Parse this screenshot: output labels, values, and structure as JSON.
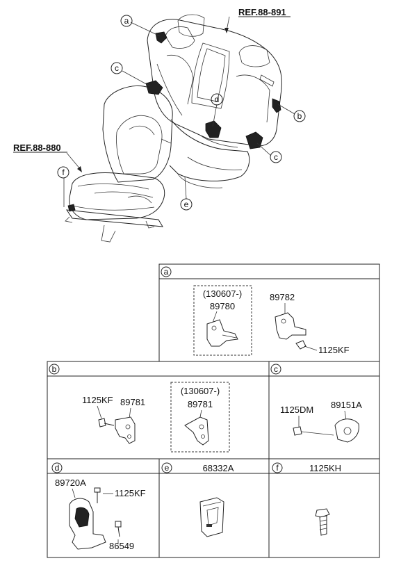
{
  "refs": {
    "rear_seat": "REF.88-891",
    "front_seat": "REF.88-880"
  },
  "callouts": {
    "a": "a",
    "b": "b",
    "c": "c",
    "d": "d",
    "e": "e",
    "f": "f"
  },
  "panel_a": {
    "tag": "a",
    "group_date": "(130607-)",
    "part_1": "89780",
    "part_2": "89782",
    "part_3": "1125KF"
  },
  "panel_b": {
    "tag": "b",
    "part_bolt": "1125KF",
    "part_1": "89781",
    "group_date": "(130607-)",
    "part_2": "89781"
  },
  "panel_c": {
    "tag": "c",
    "part_bolt": "1125DM",
    "part_1": "89151A"
  },
  "panel_d": {
    "tag": "d",
    "part_1": "89720A",
    "part_2": "1125KF",
    "part_3": "86549"
  },
  "panel_e": {
    "tag": "e",
    "part_1": "68332A"
  },
  "panel_f": {
    "tag": "f",
    "part_1": "1125KH"
  }
}
